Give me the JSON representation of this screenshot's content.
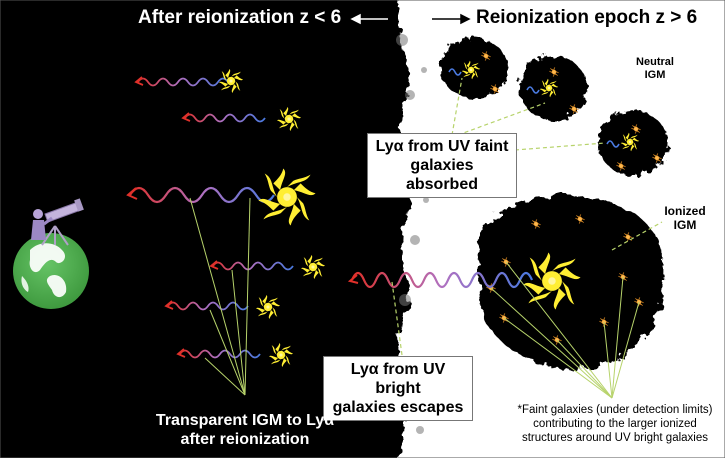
{
  "titles": {
    "left": "After reionization z < 6",
    "right": "Reionization epoch z > 6"
  },
  "labels": {
    "neutral_igm": [
      "Neutral",
      "IGM"
    ],
    "ionized_igm": [
      "Ionized",
      "IGM"
    ],
    "faint_absorbed": [
      "Lyα from UV faint",
      "galaxies absorbed"
    ],
    "bright_escapes": [
      "Lyα from UV bright",
      "galaxies escapes"
    ],
    "transparent": [
      "Transparent IGM to Lyα",
      "after reionization"
    ],
    "footnote": [
      "*Faint galaxies (under detection limits)",
      "contributing to the larger ionized",
      "structures around UV bright galaxies"
    ]
  },
  "colors": {
    "background_left": "#000000",
    "background_right": "#ffffff",
    "galaxy": "#ffee33",
    "faint_galaxy": "#ffb84d",
    "wave_red": "#e0302a",
    "wave_purple": "#b070c0",
    "wave_blue": "#4a7ae0",
    "pointer_line": "#b7d36b",
    "earth": "#4caf50"
  },
  "icons": [
    "earth-icon",
    "telescope-icon",
    "galaxy-icon",
    "arrow-left-icon",
    "arrow-right-icon"
  ]
}
